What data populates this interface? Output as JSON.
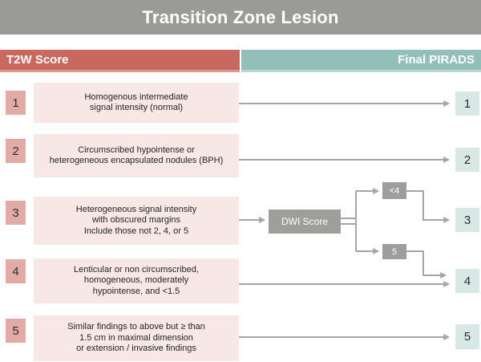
{
  "title": "Transition Zone Lesion",
  "header": {
    "left": "T2W Score",
    "right": "Final PIRADS"
  },
  "rows": [
    {
      "score": "1",
      "description": "Homogenous intermediate\nsignal intensity (normal)",
      "final": "1"
    },
    {
      "score": "2",
      "description": "Circumscribed hypointense or\nheterogeneous encapsulated nodules (BPH)",
      "final": "2"
    },
    {
      "score": "3",
      "description": "Heterogeneous signal intensity\nwith obscured margins\nInclude those not 2, 4, or 5",
      "final": "3"
    },
    {
      "score": "4",
      "description": "Lenticular or non circumscribed,\nhomogeneous, moderately\nhypointense, and <1.5",
      "final": "4"
    },
    {
      "score": "5",
      "description": "Similar findings to above but ≥ than\n1.5 cm in maximal dimension\nor extension / invasive findings",
      "final": "5"
    }
  ],
  "dwi": {
    "label": "DWI Score",
    "branch_low": "<4",
    "branch_low_target": "3",
    "branch_high": "5",
    "branch_high_target": "4"
  },
  "colors": {
    "title_bar": "#9a9a98",
    "t2w_header": "#c8685f",
    "pirads_header": "#93bfba",
    "score_box": "#e2aba6",
    "description_box": "#f7e7e5",
    "final_box": "#d8e8e5",
    "dwi_box": "#9e9e9c",
    "arrow": "#a6a6a4",
    "text": "#2e2e2e",
    "header_text": "#ffffff"
  }
}
